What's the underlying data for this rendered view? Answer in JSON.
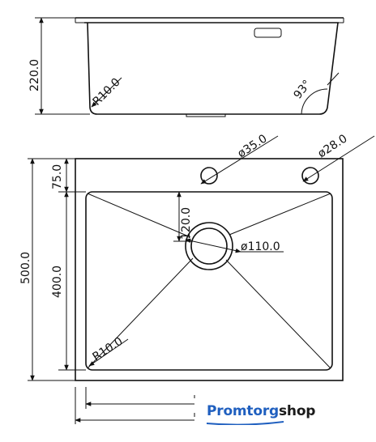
{
  "dimensions": {
    "depth": "220.0",
    "corner_radius_top": "R10.0",
    "wall_angle": "93°",
    "tap_hole_left": "ø35.0",
    "tap_hole_right": "ø28.0",
    "top_offset": "75.0",
    "overall_height": "500.0",
    "bowl_height": "400.0",
    "drain_offset": "120.0",
    "drain_diameter": "ø110.0",
    "corner_radius_bowl": "R10.0"
  },
  "brand": {
    "part1": "Promtorg",
    "part2": "shop",
    "color_primary": "#1f5fbf",
    "color_secondary": "#1a1a1a"
  }
}
